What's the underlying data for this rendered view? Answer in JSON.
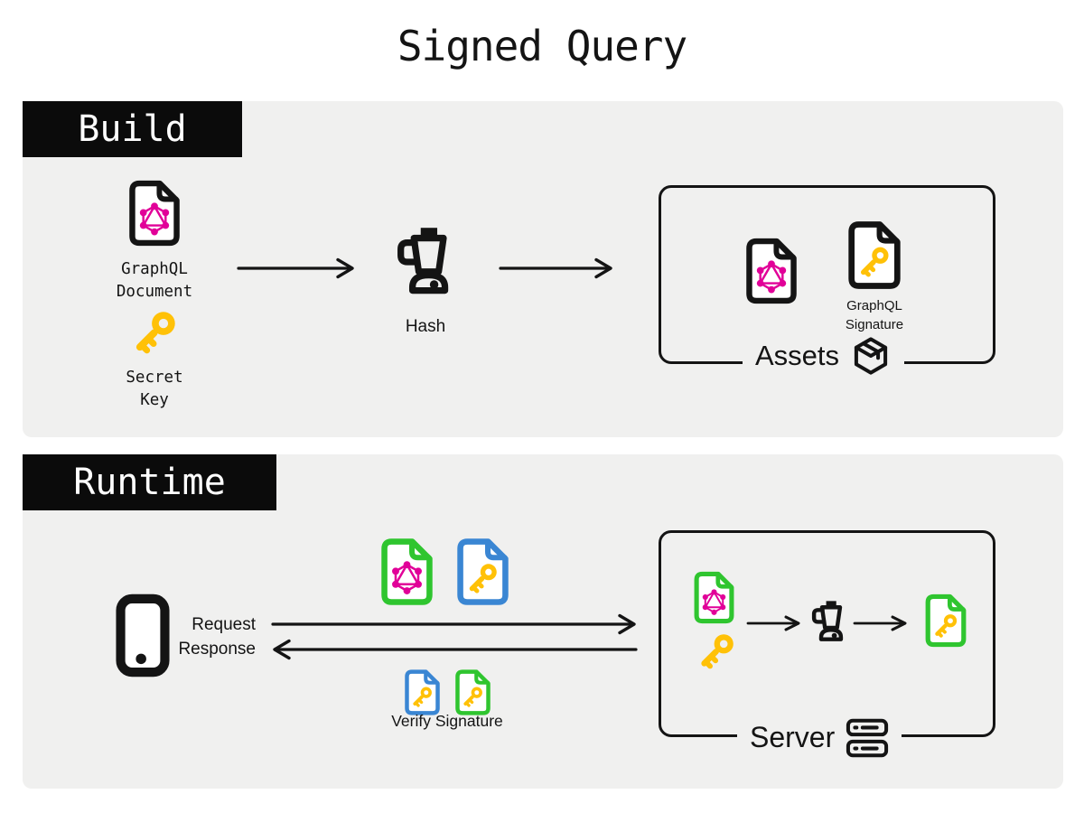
{
  "title": "Signed Query",
  "colors": {
    "background": "#ffffff",
    "panel_gray": "#f0f0ef",
    "ink_black": "#141414",
    "graphql_pink": "#e10098",
    "doc_green": "#2fc52f",
    "doc_blue": "#3a86d3",
    "key_gold": "#ffc107",
    "section_header_bg": "#0b0b0b",
    "section_header_text": "#ffffff"
  },
  "build_section": {
    "header_label": "Build",
    "graphql_document_label": "GraphQL Document",
    "secret_key_label": "Secret Key",
    "hash_label": "Hash",
    "assets_box": {
      "graphql_signature_label": "GraphQL Signature",
      "box_label": "Assets"
    }
  },
  "runtime_section": {
    "header_label": "Runtime",
    "request_label": "Request",
    "response_label": "Response",
    "verify_signature_label": "Verify Signature",
    "server_box": {
      "box_label": "Server"
    }
  },
  "icons": {
    "graphql-logo-icon": "hexagon-with-inscribed-triangle-and-vertex-dots",
    "document-icon": "file-outline-with-folded-corner",
    "key-icon": "round-head-key-rotated-45deg",
    "blender-icon": "blender-jug-with-handle-and-base",
    "package-icon": "isometric-cardboard-box-with-tape",
    "phone-icon": "mobile-device-with-home-dot",
    "server-icon": "two-stacked-rack-units-with-dash-marks"
  }
}
